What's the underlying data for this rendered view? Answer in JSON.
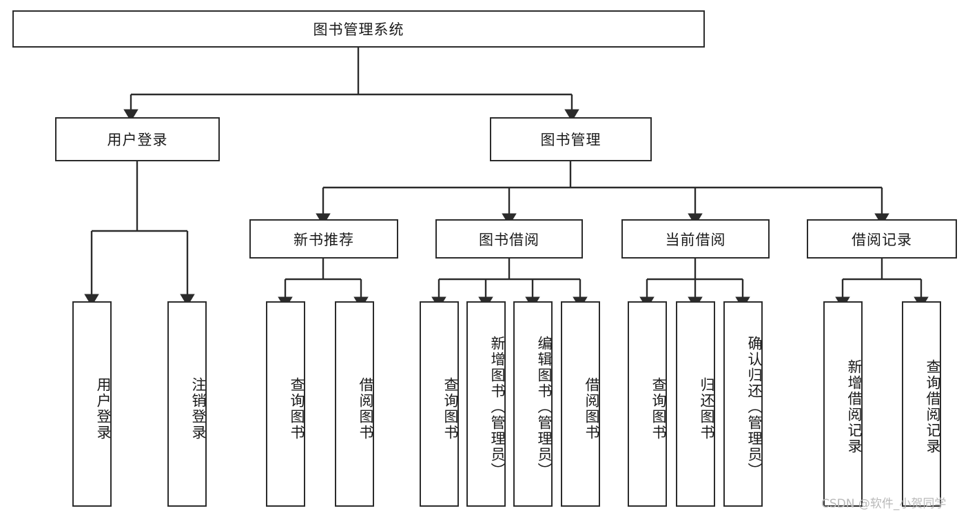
{
  "diagram": {
    "type": "tree",
    "title_node": "图书管理系统",
    "watermark": "CSDN @软件_小贺同学",
    "colors": {
      "stroke": "#2b2b2b",
      "fill": "#ffffff",
      "text": "#1a1a1a",
      "watermark": "#b9b9b9"
    },
    "nodes": {
      "root": "图书管理系统",
      "level2": [
        "用户登录",
        "图书管理"
      ],
      "level3": [
        "新书推荐",
        "图书借阅",
        "当前借阅",
        "借阅记录"
      ],
      "leaves": {
        "user_login": [
          "用户登录",
          "注销登录"
        ],
        "new_book_recommend": [
          "查询图书",
          "借阅图书"
        ],
        "book_borrow": [
          "查询图书",
          "新增图书（管理员）",
          "编辑图书（管理员）",
          "借阅图书"
        ],
        "current_borrow": [
          "查询图书",
          "归还图书",
          "确认归还（管理员）"
        ],
        "borrow_record": [
          "新增借阅记录",
          "查询借阅记录"
        ]
      }
    }
  }
}
